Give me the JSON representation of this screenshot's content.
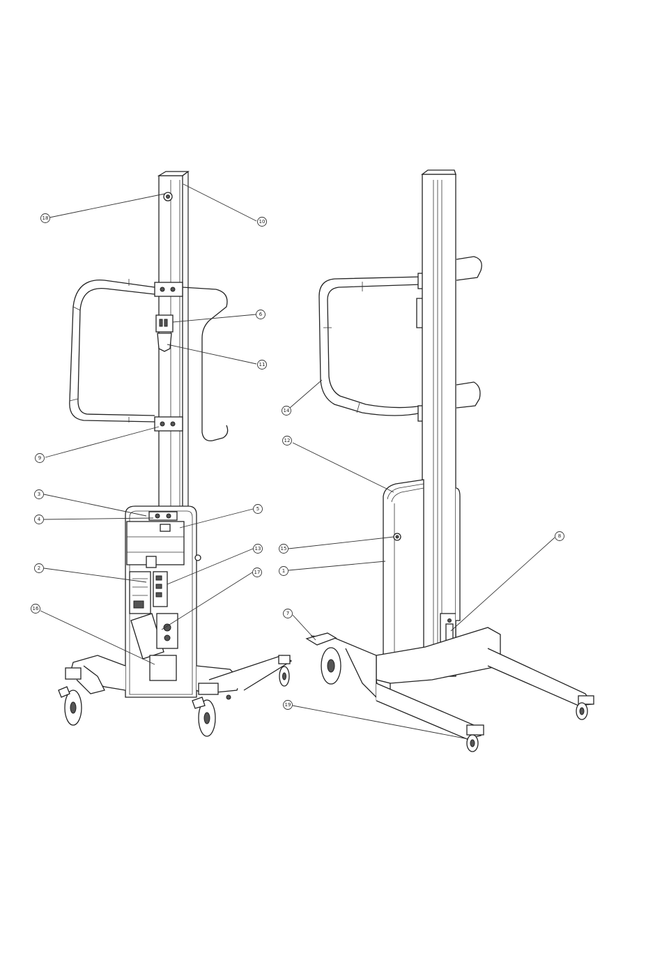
{
  "callouts": {
    "c18": "18",
    "c10": "10",
    "c6a": "6",
    "c11": "11",
    "c9": "9",
    "c3": "3",
    "c4": "4",
    "c5": "5",
    "c13": "13",
    "c2": "2",
    "c17": "17",
    "c16": "16",
    "c14": "14",
    "c12": "12",
    "c15": "15",
    "c1": "1",
    "c8": "8",
    "c7": "7",
    "c19": "19"
  }
}
